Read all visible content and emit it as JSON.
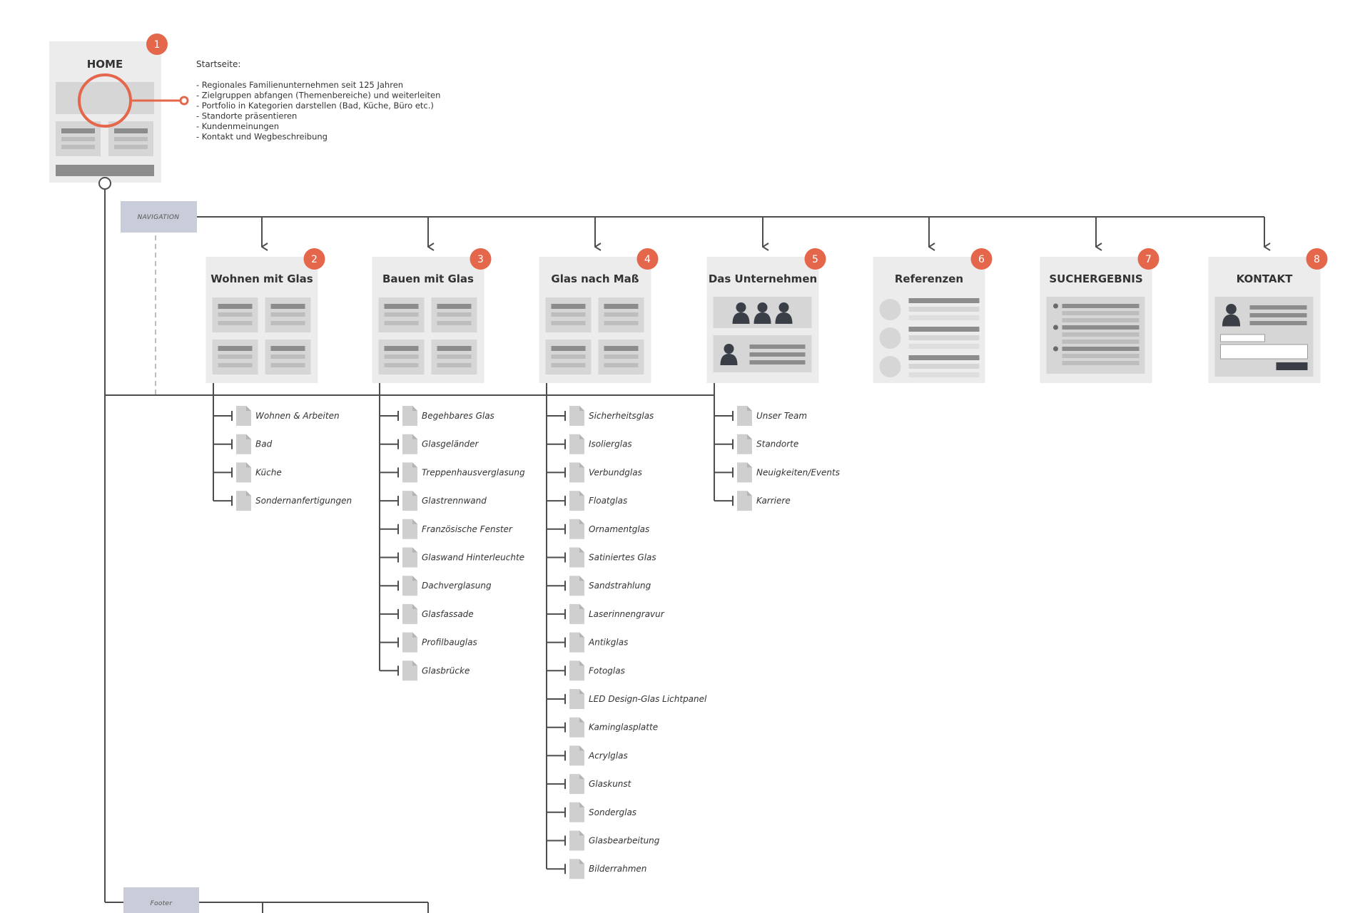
{
  "home": {
    "title": "HOME",
    "badge": "1",
    "description_title": "Startseite:",
    "description_lines": [
      "- Regionales Familienunternehmen seit 125 Jahren",
      "- Zielgruppen abfangen (Themenbereiche) und weiterleiten",
      "- Portfolio in Kategorien darstellen (Bad, Küche, Büro etc.)",
      "- Standorte präsentieren",
      "- Kundenmeinungen",
      "- Kontakt und Wegbeschreibung"
    ]
  },
  "navigation_label": "NAVIGATION",
  "footer_label": "Footer",
  "colors": {
    "accent": "#e4674b",
    "line": "#4d4d4d",
    "card_bg": "#ececec",
    "block": "#d6d6d6",
    "bar_dark": "#8c8c8c",
    "label_box": "#c9ccd9",
    "icon_dark": "#3a3f47"
  },
  "pages": [
    {
      "title": "Wohnen mit Glas",
      "badge": "2",
      "thumb": "grid",
      "children": [
        "Wohnen & Arbeiten",
        "Bad",
        "Küche",
        "Sondernanfertigungen"
      ]
    },
    {
      "title": "Bauen mit Glas",
      "badge": "3",
      "thumb": "grid",
      "children": [
        "Begehbares Glas",
        "Glasgeländer",
        "Treppenhausverglasung",
        "Glastrennwand",
        "Französische Fenster",
        "Glaswand Hinterleuchte",
        "Dachverglasung",
        "Glasfassade",
        "Profilbauglas",
        "Glasbrücke"
      ]
    },
    {
      "title": "Glas nach Maß",
      "badge": "4",
      "thumb": "grid",
      "children": [
        "Sicherheitsglas",
        "Isolierglas",
        "Verbundglas",
        "Floatglas",
        "Ornamentglas",
        "Satiniertes Glas",
        "Sandstrahlung",
        "Laserinnengravur",
        "Antikglas",
        "Fotoglas",
        "LED Design-Glas Lichtpanel",
        "Kaminglasplatte",
        "Acrylglas",
        "Glaskunst",
        "Sonderglas",
        "Glasbearbeitung",
        "Bilderrahmen"
      ]
    },
    {
      "title": "Das Unternehmen",
      "badge": "5",
      "thumb": "team",
      "children": [
        "Unser Team",
        "Standorte",
        "Neuigkeiten/Events",
        "Karriere"
      ]
    },
    {
      "title": "Referenzen",
      "badge": "6",
      "thumb": "references",
      "children": []
    },
    {
      "title": "SUCHERGEBNIS",
      "badge": "7",
      "thumb": "results",
      "children": []
    },
    {
      "title": "KONTAKT",
      "badge": "8",
      "thumb": "contact",
      "children": []
    }
  ]
}
